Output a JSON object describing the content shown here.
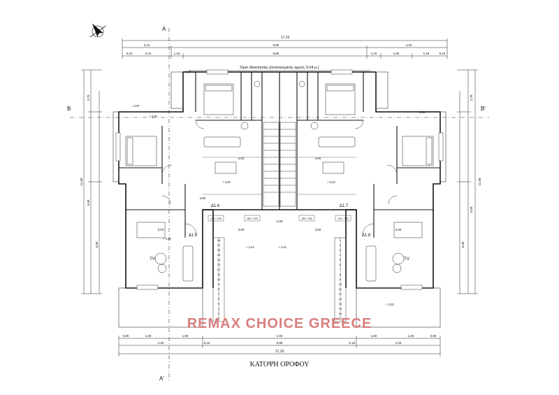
{
  "drawing": {
    "title": "ΚΑΤΟΨΗ ΟΡΟΦΟΥ",
    "property_line_note": "Όριο ιδιοκτησίας (αντισεισμικός αρμός 0,04 μ.)",
    "watermark": "REMAX CHOICE GREECE",
    "overall_width": "17,16",
    "section_marks": {
      "a_top": "A",
      "a_bottom": "A'",
      "b_left": "B",
      "b_right": "B'"
    },
    "room_labels": [
      "Δ1.6",
      "Δ1.7",
      "Δ1.5",
      "Δ1.8"
    ],
    "tv_labels": [
      "TV",
      "TV"
    ],
    "top_dims_row1": [
      "0,10",
      "2,41",
      "1,16",
      "8,86",
      "1,15",
      "1,60",
      "1,18",
      "0,10"
    ],
    "top_dims_row2": [
      "2,41",
      "8,86",
      "4,25"
    ],
    "bottom_dims_row1": [
      "0,80",
      "1,60",
      "1,80",
      "1,60",
      "1,60",
      "1,60",
      "0,80"
    ],
    "bottom_dims_row2": [
      "4,20",
      "0,16",
      "8,96",
      "0,16",
      "4,20"
    ],
    "side_dims_left": [
      "2,70",
      "11,68",
      "9,90",
      "6,80"
    ],
    "side_dims_right": [
      "2,70",
      "11,68",
      "5,50",
      "6,80"
    ],
    "interior_dims": [
      "4,00",
      "4,00",
      "3,00",
      "3,60",
      "2,50",
      "2,00",
      "3,00",
      "3,60"
    ],
    "levels": [
      "+ 4,10",
      "+ 3,97",
      "+ 3,20",
      "+ 3,34",
      "+ 2,20",
      "+ 3,44",
      "+ 3,20",
      "+ 2,88",
      "+ 3,44",
      "+ 2,20"
    ],
    "stair_steps_left": [
      "1",
      "2",
      "3",
      "4",
      "5",
      "6",
      "7",
      "8",
      "9",
      "10",
      "11",
      "12",
      "13",
      "14",
      "15",
      "16",
      "17",
      "18"
    ],
    "stair_steps_right": [
      "1",
      "2",
      "3",
      "4",
      "5",
      "6",
      "7",
      "8",
      "9",
      "10",
      "11",
      "12",
      "13",
      "14",
      "15",
      "16",
      "17",
      "18"
    ],
    "window_tags": [
      "100 / 220",
      "150 / 220",
      "150 / 220",
      "100 / 220"
    ]
  },
  "north_arrow_icon": "north-arrow-icon"
}
